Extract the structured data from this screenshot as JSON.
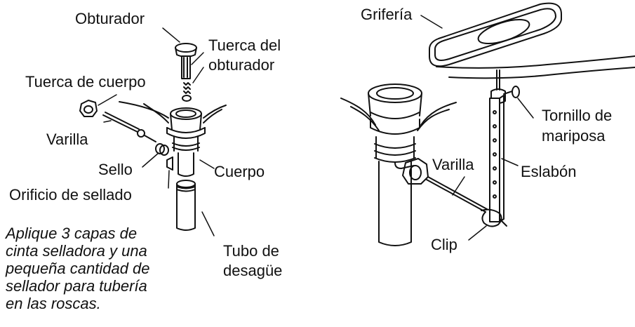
{
  "labels": {
    "obturador": "Obturador",
    "tuerca_obturador_1": "Tuerca del",
    "tuerca_obturador_2": "obturador",
    "tuerca_cuerpo": "Tuerca de cuerpo",
    "varilla_left": "Varilla",
    "sello": "Sello",
    "cuerpo": "Cuerpo",
    "orificio": "Orificio de sellado",
    "tubo_1": "Tubo de",
    "tubo_2": "desagüe",
    "griferia": "Grifería",
    "tornillo_1": "Tornillo de",
    "tornillo_2": "mariposa",
    "varilla_right": "Varilla",
    "eslabon": "Eslabón",
    "clip": "Clip"
  },
  "note": [
    "Aplique 3 capas de",
    "cinta selladora y una",
    "pequeña cantidad de",
    "sellador para tubería",
    "en las roscas."
  ]
}
